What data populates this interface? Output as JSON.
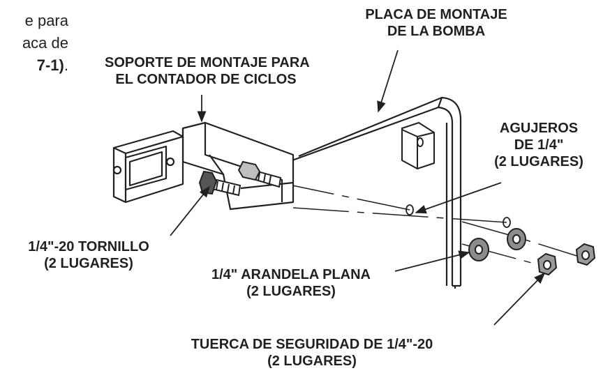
{
  "body_text": {
    "line1": "e para",
    "line2": "aca de",
    "line3_bold": "7-1)",
    "line3_rest": "."
  },
  "labels": {
    "pump_plate": [
      "PLACA DE MONTAJE",
      "DE LA BOMBA"
    ],
    "counter_bracket": [
      "SOPORTE DE MONTAJE PARA",
      "EL CONTADOR DE CICLOS"
    ],
    "holes": [
      "AGUJEROS",
      "DE 1/4\"",
      "(2 LUGARES)"
    ],
    "screw": [
      "1/4\"-20  TORNILLO",
      "(2 LUGARES)"
    ],
    "washer": [
      "1/4\" ARANDELA PLANA",
      "(2 LUGARES)"
    ],
    "nut": [
      "TUERCA DE SEGURIDAD DE 1/4\"-20",
      "(2 LUGARES)"
    ]
  }
}
